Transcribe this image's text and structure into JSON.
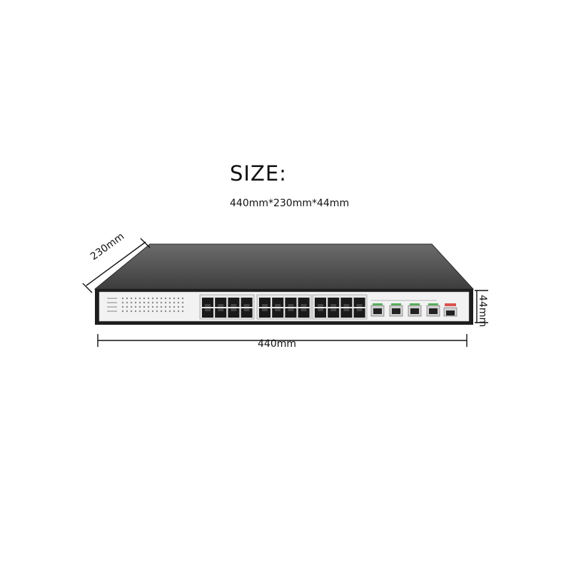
{
  "heading": "SIZE:",
  "size_spec": "440mm*230mm*44mm",
  "dimensions": {
    "width_label": "440mm",
    "depth_label": "230mm",
    "height_label": "44mm"
  },
  "device": {
    "rj45_port_count": 24,
    "sfp_port_count": 4,
    "console_port_count": 1,
    "sfp_color": "#4caf50",
    "console_color": "#d9534f",
    "chassis_top_color": "#5a5a5a",
    "front_panel_color": "#f2f2f2"
  },
  "icons": {
    "chassis": "network-switch-icon"
  }
}
